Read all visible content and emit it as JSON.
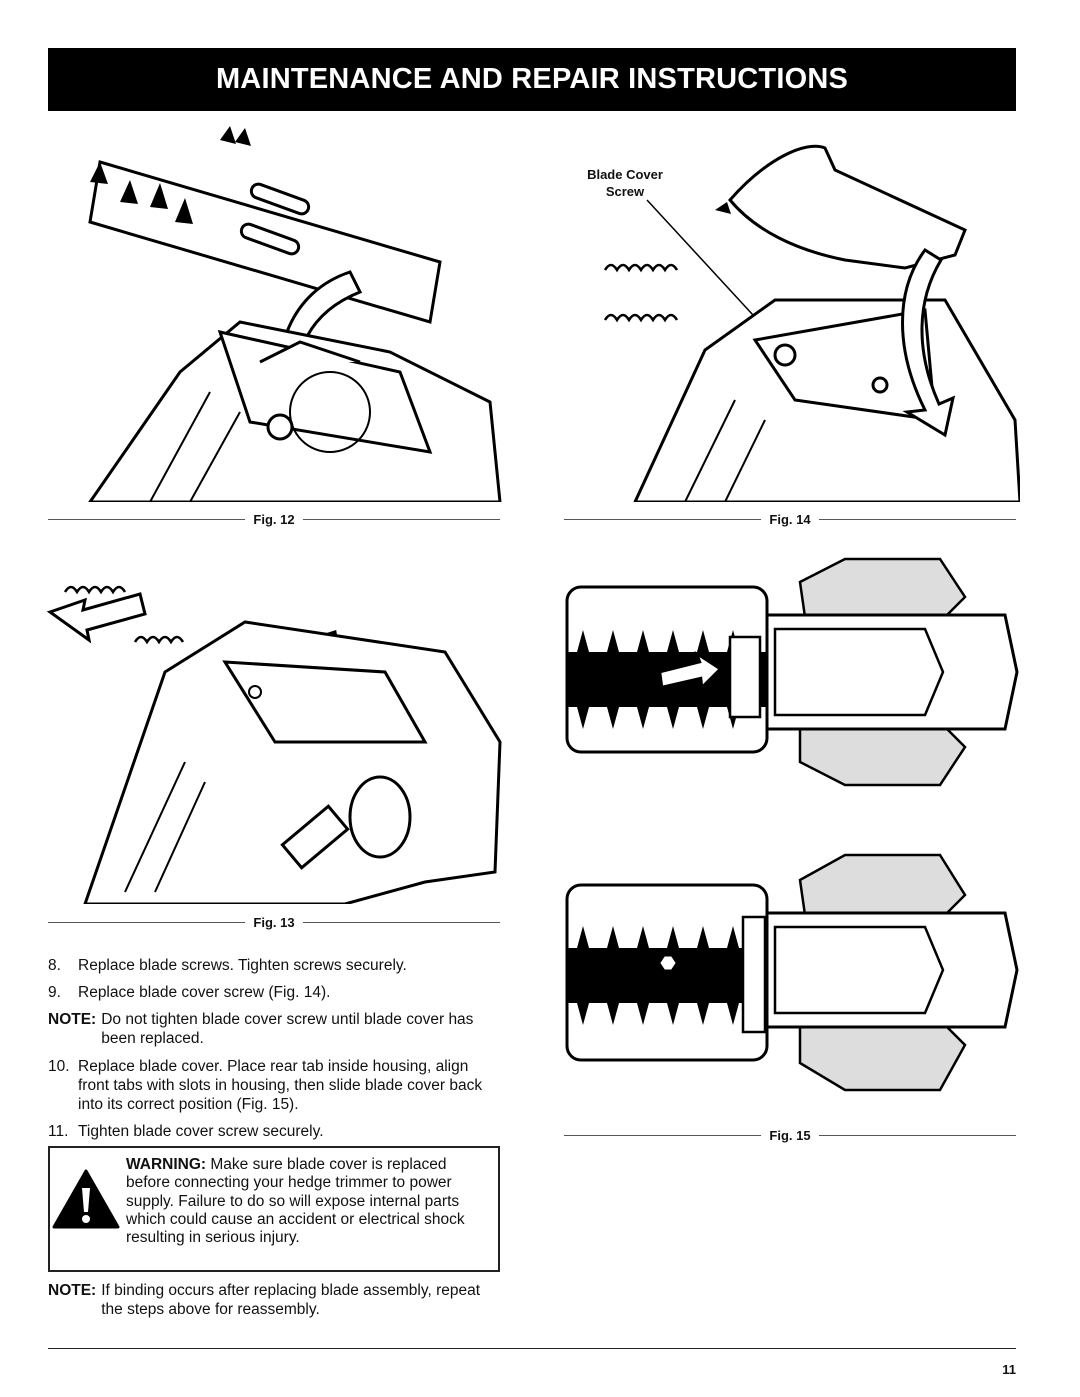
{
  "header": {
    "title": "MAINTENANCE AND REPAIR INSTRUCTIONS"
  },
  "figures": {
    "fig12": {
      "caption": "Fig. 12"
    },
    "fig13": {
      "caption": "Fig. 13"
    },
    "fig14": {
      "caption": "Fig. 14",
      "callout_line1": "Blade Cover",
      "callout_line2": "Screw"
    },
    "fig15": {
      "caption": "Fig. 15"
    }
  },
  "steps": [
    {
      "num": "8.",
      "text": "Replace blade screws. Tighten screws securely."
    },
    {
      "num": "9.",
      "text": "Replace blade cover screw (Fig. 14)."
    }
  ],
  "note1": {
    "label": "NOTE:",
    "text": "Do not tighten blade cover screw until blade cover has been replaced."
  },
  "steps2": [
    {
      "num": "10.",
      "text": "Replace blade cover. Place rear tab inside housing, align front tabs with slots in housing, then slide blade cover back into its correct position (Fig. 15)."
    },
    {
      "num": "11.",
      "text": "Tighten blade cover screw securely."
    }
  ],
  "warning": {
    "label": "WARNING:",
    "text": "Make sure blade cover is replaced before connecting your hedge trimmer to power supply. Failure to do so will expose internal parts which could cause an accident or electrical shock resulting in serious injury.",
    "icon": "warning-triangle-icon"
  },
  "note2": {
    "label": "NOTE:",
    "text": "If binding occurs after replacing blade assembly, repeat the steps above for reassembly."
  },
  "footer": {
    "page_number": "11"
  }
}
